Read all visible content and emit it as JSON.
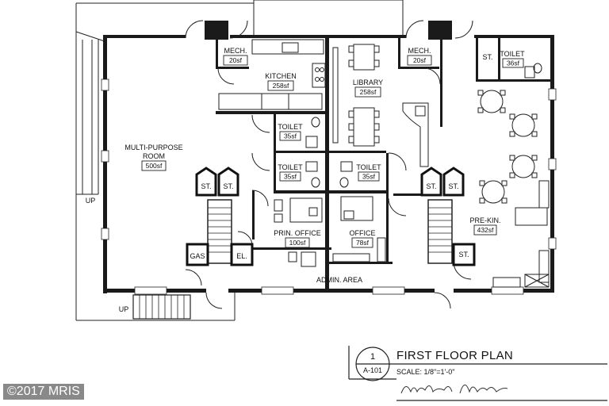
{
  "rooms": {
    "mech_left": {
      "name": "MECH.",
      "area": "20sf"
    },
    "kitchen": {
      "name": "KITCHEN",
      "area": "258sf"
    },
    "library": {
      "name": "LIBRARY",
      "area": "258sf"
    },
    "mech_right": {
      "name": "MECH.",
      "area": "20sf"
    },
    "toilet_top_right": {
      "name": "TOILET",
      "area": "36sf"
    },
    "st_top_right": {
      "name": "ST."
    },
    "multipurpose": {
      "name_line1": "MULTI-PURPOSE",
      "name_line2": "ROOM",
      "area": "500sf"
    },
    "toilet_upper": {
      "name": "TOILET",
      "area": "35sf"
    },
    "toilet_left": {
      "name": "TOILET",
      "area": "35sf"
    },
    "toilet_right": {
      "name": "TOILET",
      "area": "35sf"
    },
    "st_1": {
      "name": "ST."
    },
    "st_2": {
      "name": "ST."
    },
    "st_3": {
      "name": "ST."
    },
    "st_4": {
      "name": "ST."
    },
    "st_5": {
      "name": "ST."
    },
    "gas": {
      "name": "GAS"
    },
    "el": {
      "name": "EL."
    },
    "prin_office": {
      "name": "PRIN. OFFICE",
      "area": "100sf"
    },
    "office": {
      "name": "OFFICE",
      "area": "78sf"
    },
    "prekin": {
      "name": "PRE-KIN.",
      "area": "432sf"
    },
    "admin": {
      "name": "ADMIN. AREA"
    }
  },
  "labels": {
    "up_left": "UP",
    "up_bottom": "UP"
  },
  "title_block": {
    "number": "1",
    "sheet": "A-101",
    "title": "FIRST FLOOR PLAN",
    "scale": "SCALE: 1/8\"=1'-0\""
  },
  "watermark": "©2017 MRIS",
  "signature": "Michelle Mena"
}
